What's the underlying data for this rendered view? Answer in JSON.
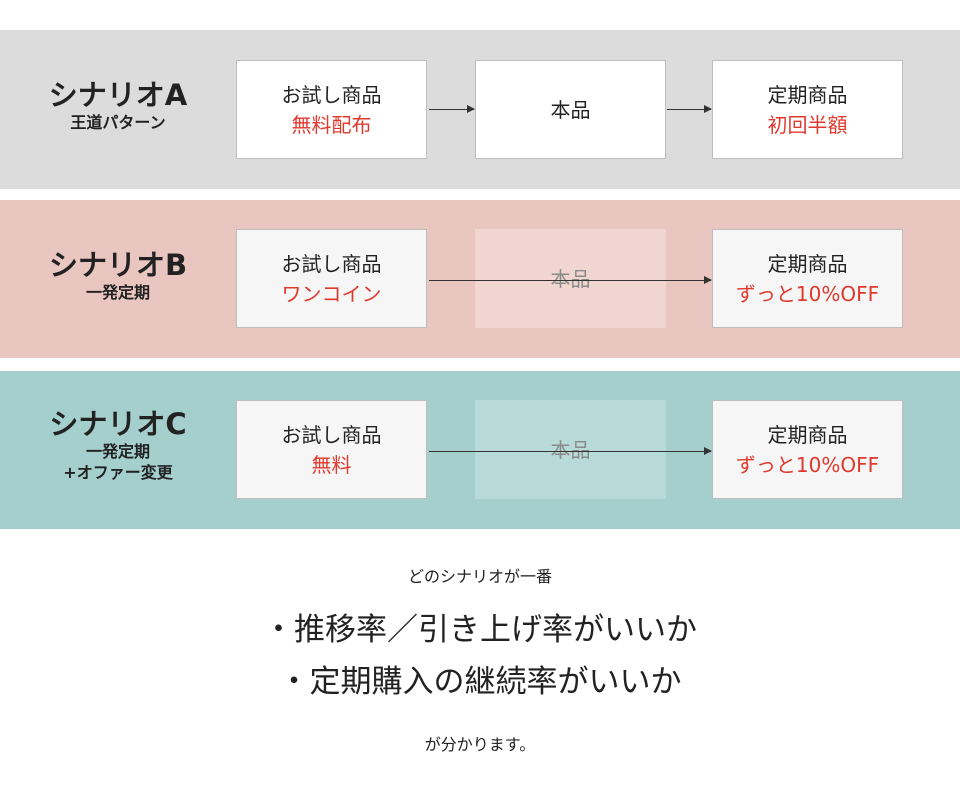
{
  "colors": {
    "band_a": "#dcdcdc",
    "band_b": "#eac6c1",
    "band_c": "#a4cfcd",
    "ghost_b": "#f0d5d1",
    "ghost_c": "#b8dbd9",
    "highlight": "#e0392d"
  },
  "scenarios": [
    {
      "name": "シナリオA",
      "sub": [
        "王道パターン"
      ],
      "trial": {
        "label": "お試し商品",
        "offer": "無料配布"
      },
      "main": {
        "label": "本品"
      },
      "subscription": {
        "label": "定期商品",
        "offer": "初回半額"
      }
    },
    {
      "name": "シナリオB",
      "sub": [
        "一発定期"
      ],
      "trial": {
        "label": "お試し商品",
        "offer": "ワンコイン"
      },
      "main": {
        "label": "本品"
      },
      "subscription": {
        "label": "定期商品",
        "offer": "ずっと10%OFF"
      }
    },
    {
      "name": "シナリオC",
      "sub": [
        "一発定期",
        "+オファー変更"
      ],
      "trial": {
        "label": "お試し商品",
        "offer": "無料"
      },
      "main": {
        "label": "本品"
      },
      "subscription": {
        "label": "定期商品",
        "offer": "ずっと10%OFF"
      }
    }
  ],
  "summary": {
    "intro": "どのシナリオが一番",
    "bullets": [
      "・推移率／引き上げ率がいいか",
      "・定期購入の継続率がいいか"
    ],
    "outro": "が分かります。"
  }
}
